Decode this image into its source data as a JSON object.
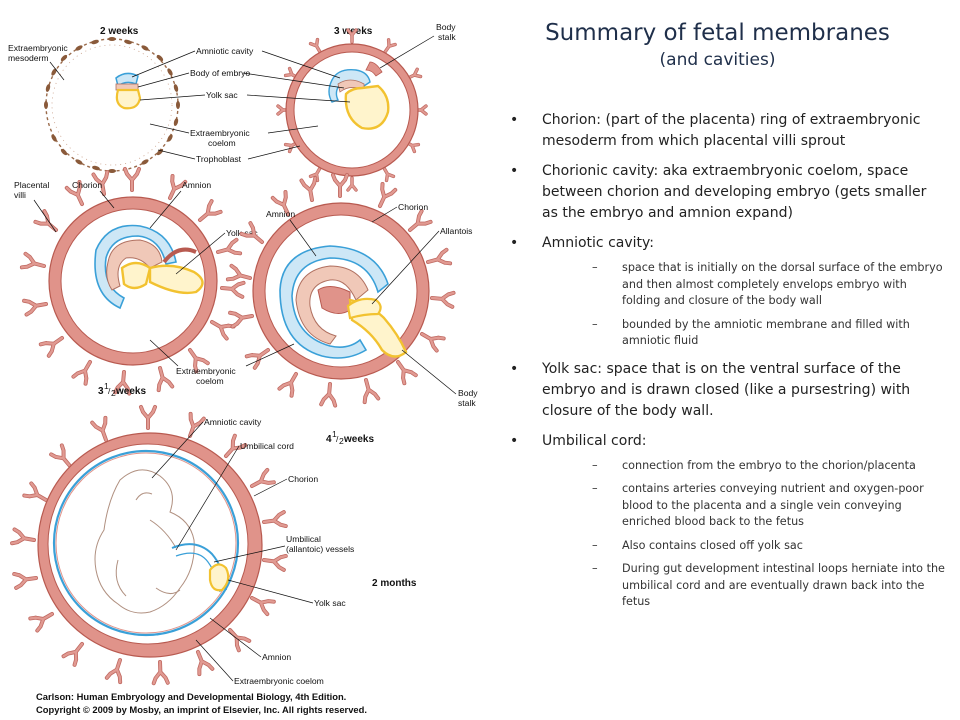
{
  "title": "Summary of fetal membranes",
  "subtitle": "(and cavities)",
  "bullets": [
    {
      "text": "Chorion: (part of the placenta) ring of extraembryonic mesoderm from which placental villi sprout",
      "subs": []
    },
    {
      "text": "Chorionic cavity: aka extraembryonic coelom, space between chorion and developing embryo (gets smaller as the embryo and amnion expand)",
      "subs": []
    },
    {
      "text": "Amniotic cavity:",
      "subs": [
        "space that is initially on the dorsal surface of the embryo and then almost completely envelops embryo with folding and closure of the body wall",
        "bounded by the amniotic membrane and filled with amniotic fluid"
      ]
    },
    {
      "text": "Yolk sac: space that is on the ventral surface of the embryo and is drawn closed (like a pursestring) with closure of the body wall.",
      "subs": []
    },
    {
      "text": "Umbilical cord:",
      "subs": [
        "connection from the embryo to the chorion/placenta",
        "contains arteries conveying nutrient and oxygen-poor blood to the placenta and a single vein conveying enriched blood back to the fetus",
        "Also contains closed off yolk sac",
        "During gut development intestinal loops herniate into the umbilical cord and are eventually drawn back into the fetus"
      ]
    }
  ],
  "bullet_glyph": "•",
  "sub_glyph": "–",
  "figure": {
    "stages": {
      "s2": "2 weeks",
      "s3": "3 weeks",
      "s35_a": "3",
      "s35_b": "1",
      "s35_c": "/",
      "s35_d": "2",
      "s35_e": " weeks",
      "s45_a": "4",
      "s45_b": "1",
      "s45_c": "/",
      "s45_d": "2",
      "s45_e": " weeks",
      "s2m": "2 months"
    },
    "labels": {
      "extra_meso_1": "Extraembryonic",
      "extra_meso_2": "mesoderm",
      "amniotic_cavity_1": "Amniotic cavity",
      "body_of_embryo": "Body of embryo",
      "yolk_sac_1": "Yolk sac",
      "extra_coelom_1a": "Extraembryonic",
      "extra_coelom_1b": "coelom",
      "trophoblast": "Trophoblast",
      "body_stalk_1a": "Body",
      "body_stalk_1b": "stalk",
      "placental_villi_a": "Placental",
      "placental_villi_b": "villi",
      "chorion_1": "Chorion",
      "amnion_1": "Amnion",
      "yolk_sac_2": "Yolk sac",
      "amnion_2": "Amnion",
      "chorion_2": "Chorion",
      "allantois": "Allantois",
      "extra_coelom_2a": "Extraembryonic",
      "extra_coelom_2b": "coelom",
      "body_stalk_2a": "Body",
      "body_stalk_2b": "stalk",
      "amniotic_cavity_2": "Amniotic cavity",
      "umbilical_cord": "Umbilical cord",
      "chorion_3": "Chorion",
      "umbilical_vessels_a": "Umbilical",
      "umbilical_vessels_b": "(allantoic) vessels",
      "yolk_sac_3": "Yolk sac",
      "amnion_3": "Amnion",
      "extra_coelom_3": "Extraembryonic coelom"
    },
    "credit_1": "Carlson: Human Embryology and Developmental Biology, 4th Edition.",
    "credit_2": "Copyright © 2009 by Mosby, an imprint of Elsevier, Inc. All rights reserved."
  },
  "colors": {
    "title": "#1f2f4a",
    "chorion": "#e0938a",
    "chorion_edge": "#b85a50",
    "villi": "#d9827a",
    "amnion": "#3aa0d8",
    "yolk": "#f2c230",
    "embryo": "#f5d6c8",
    "trophoblast": "#8a5a3a"
  }
}
